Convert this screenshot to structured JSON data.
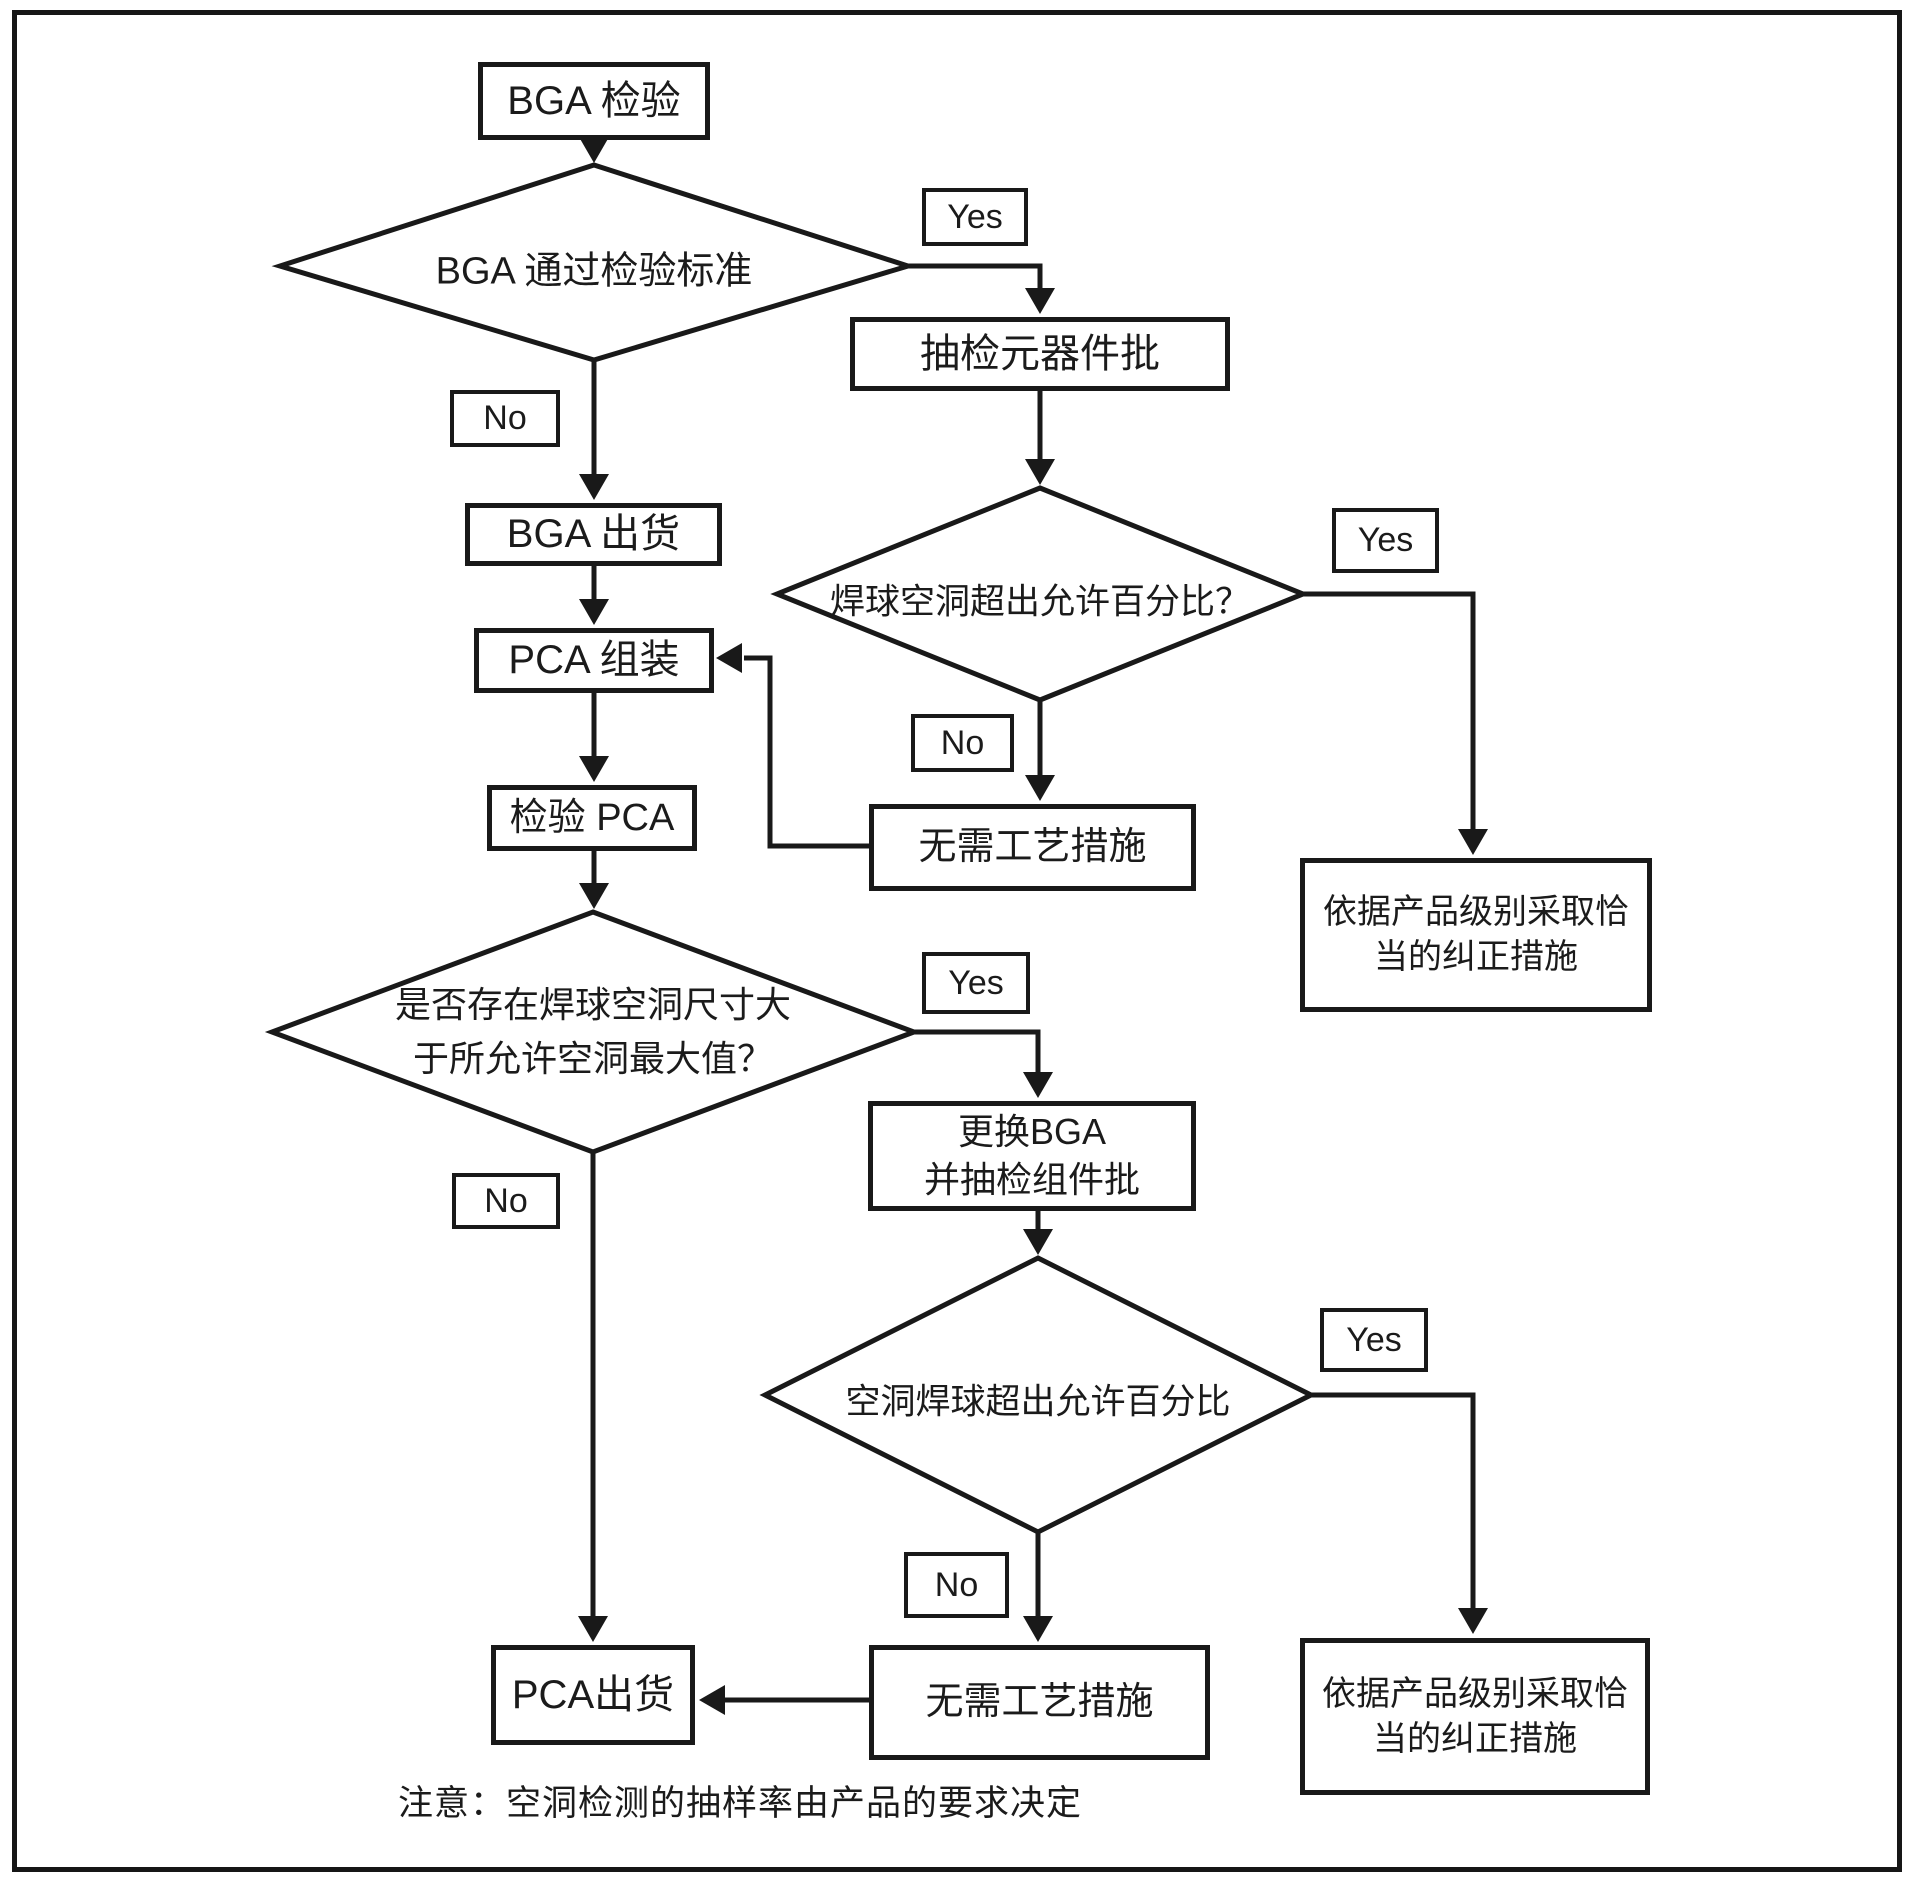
{
  "diagram_title": "BGA void inspection flowchart",
  "colors": {
    "ink": "#191919",
    "background": "#ffffff"
  },
  "labels": {
    "yes": "Yes",
    "no": "No"
  },
  "nodes": {
    "bga_inspect": {
      "label": "BGA 检验"
    },
    "decision_bga_pass": {
      "label": "BGA 通过检验标准"
    },
    "sample_component_lot": {
      "label": "抽检元器件批"
    },
    "decision_ball_void_pct": {
      "label": "焊球空洞超出允许百分比？"
    },
    "corrective_1": {
      "line1": "依据产品级别采取恰",
      "line2": "当的纠正措施"
    },
    "no_process_action_1": {
      "label": "无需工艺措施"
    },
    "bga_ship": {
      "label": "BGA 出货"
    },
    "pca_assembly": {
      "label": "PCA 组装"
    },
    "inspect_pca": {
      "label": "检验 PCA"
    },
    "decision_void_size": {
      "line1": "是否存在焊球空洞尺寸大",
      "line2": "于所允许空洞最大值？"
    },
    "replace_bga": {
      "line1": "更换BGA",
      "line2": "并抽检组件批"
    },
    "decision_void_ball_pct": {
      "label": "空洞焊球超出允许百分比"
    },
    "pca_ship": {
      "label": "PCA出货"
    },
    "no_process_action_2": {
      "label": "无需工艺措施"
    },
    "corrective_2": {
      "line1": "依据产品级别采取恰",
      "line2": "当的纠正措施"
    }
  },
  "note": "注意：空洞检测的抽样率由产品的要求决定"
}
